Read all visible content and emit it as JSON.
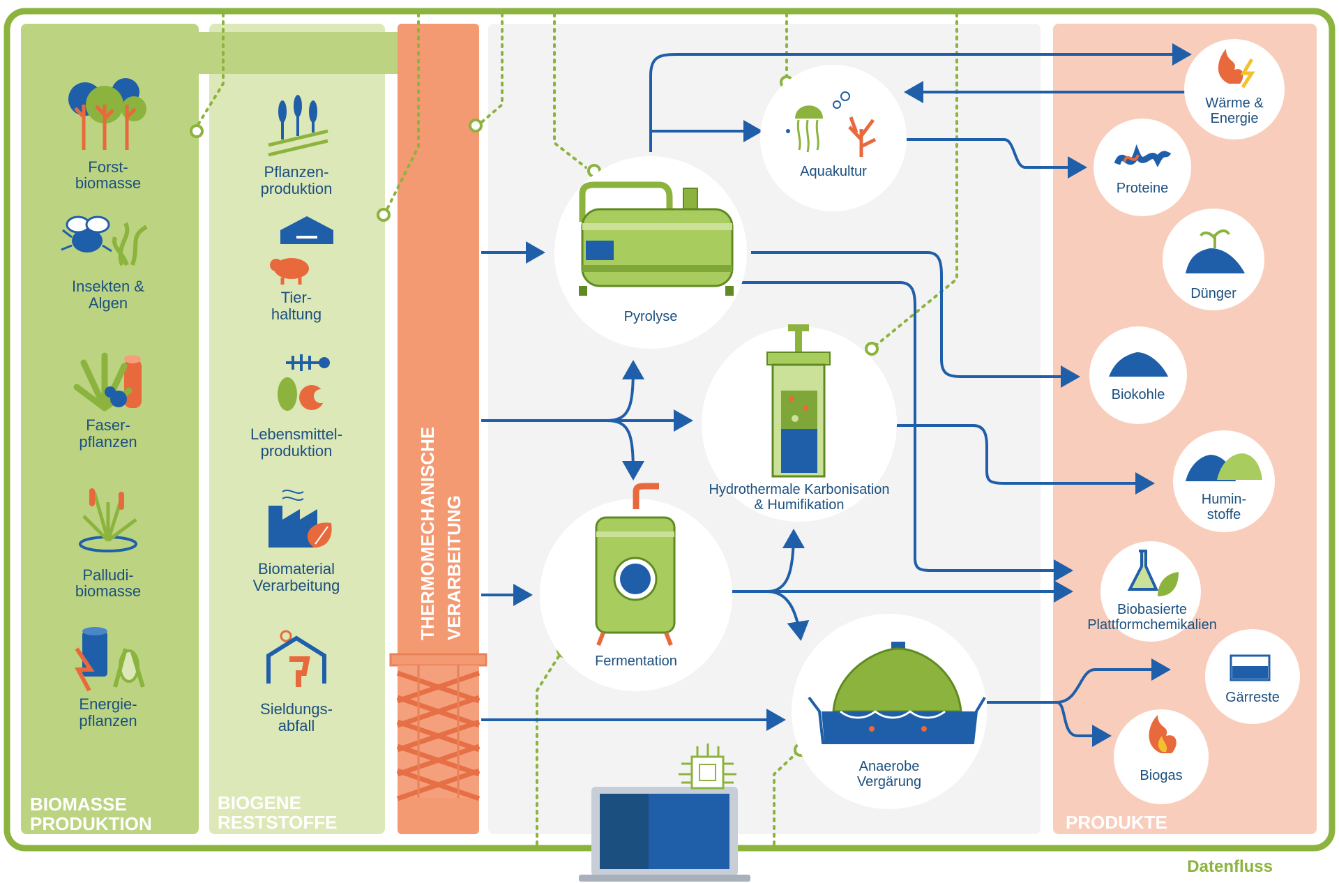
{
  "columns": {
    "biomass": {
      "line1": "BIOMASSE",
      "line2": "PRODUKTION"
    },
    "residues": {
      "line1": "BIOGENE",
      "line2": "RESTSTOFFE"
    },
    "thermo": {
      "line1": "THERMOMECHANISCHE",
      "line2": "VERARBEITUNG"
    },
    "products": {
      "line1": "PRODUKTE"
    }
  },
  "biomass_items": [
    {
      "line1": "Forst-",
      "line2": "biomasse",
      "icon": "forest-icon"
    },
    {
      "line1": "Insekten &",
      "line2": "Algen",
      "icon": "insect-algae-icon"
    },
    {
      "line1": "Faser-",
      "line2": "pflanzen",
      "icon": "fiber-plant-icon"
    },
    {
      "line1": "Palludi-",
      "line2": "biomasse",
      "icon": "reed-icon"
    },
    {
      "line1": "Energie-",
      "line2": "pflanzen",
      "icon": "energy-plant-icon"
    }
  ],
  "residue_items": [
    {
      "line1": "Pflanzen-",
      "line2": "produktion",
      "icon": "wheat-icon"
    },
    {
      "line1": "Tier-",
      "line2": "haltung",
      "icon": "barn-pig-icon"
    },
    {
      "line1": "Lebensmittel-",
      "line2": "produktion",
      "icon": "food-waste-icon"
    },
    {
      "line1": "Biomaterial",
      "line2": "Verarbeitung",
      "icon": "factory-icon"
    },
    {
      "line1": "Sieldungs-",
      "line2": "abfall",
      "icon": "house-waste-icon"
    }
  ],
  "processes": {
    "pyrolyse": "Pyrolyse",
    "aquakultur": "Aquakultur",
    "htc_line1": "Hydrothermale Karbonisation",
    "htc_line2": "& Humifikation",
    "fermentation": "Fermentation",
    "anaerob_line1": "Anaerobe",
    "anaerob_line2": "Vergärung"
  },
  "products": [
    {
      "line1": "Wärme &",
      "line2": "Energie",
      "icon": "fire-bolt-icon"
    },
    {
      "line1": "Proteine",
      "line2": "",
      "icon": "protein-icon"
    },
    {
      "line1": "Dünger",
      "line2": "",
      "icon": "fertilizer-icon"
    },
    {
      "line1": "Biokohle",
      "line2": "",
      "icon": "biochar-icon"
    },
    {
      "line1": "Humin-",
      "line2": "stoffe",
      "icon": "humic-icon"
    },
    {
      "line1": "Biobasierte",
      "line2": "Plattformchemikalien",
      "icon": "flask-leaf-icon"
    },
    {
      "line1": "Gärreste",
      "line2": "",
      "icon": "digestate-icon"
    },
    {
      "line1": "Biogas",
      "line2": "",
      "icon": "flame-icon"
    }
  ],
  "datenfluss": "Datenfluss",
  "colors": {
    "frame": "#8bb33d",
    "biomass_bg": "#bcd481",
    "residue_bg": "#dce8b7",
    "thermo_bg": "#f39a73",
    "process_bg": "#f3f3f3",
    "products_bg": "#f9cdbb",
    "flow": "#1f5ea8",
    "label": "#1b4f7f"
  }
}
